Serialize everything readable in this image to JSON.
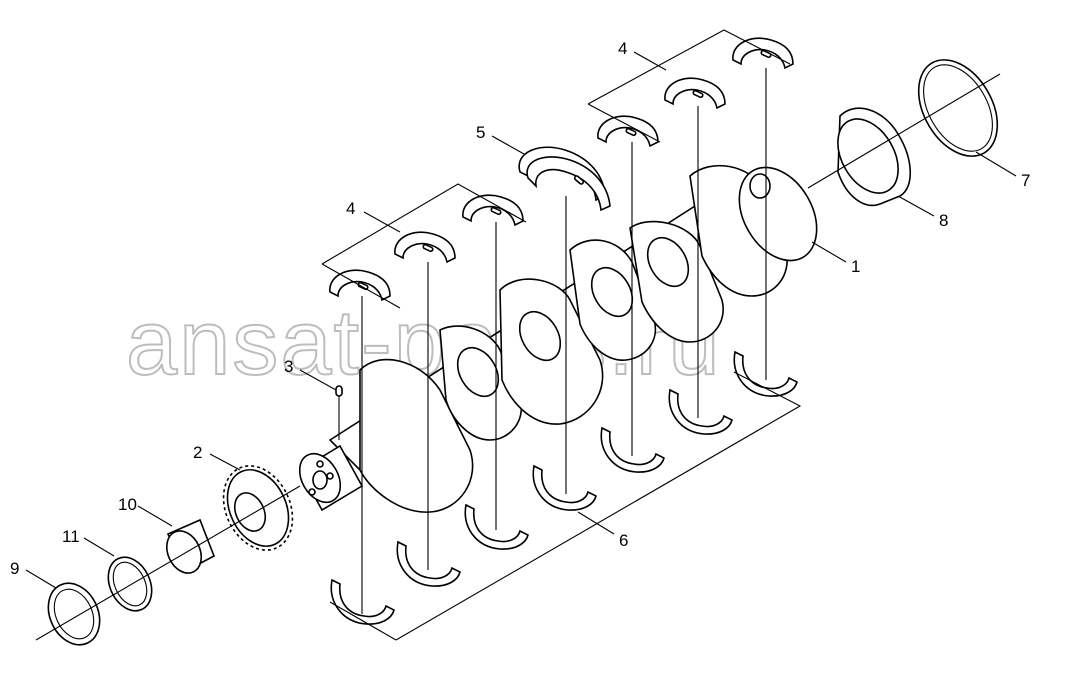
{
  "watermark": "ansat-parts.ru",
  "callouts": {
    "c1": "1",
    "c2": "2",
    "c3": "3",
    "c4a": "4",
    "c4b": "4",
    "c5": "5",
    "c6": "6",
    "c7": "7",
    "c8": "8",
    "c9": "9",
    "c10": "10",
    "c11": "11"
  }
}
